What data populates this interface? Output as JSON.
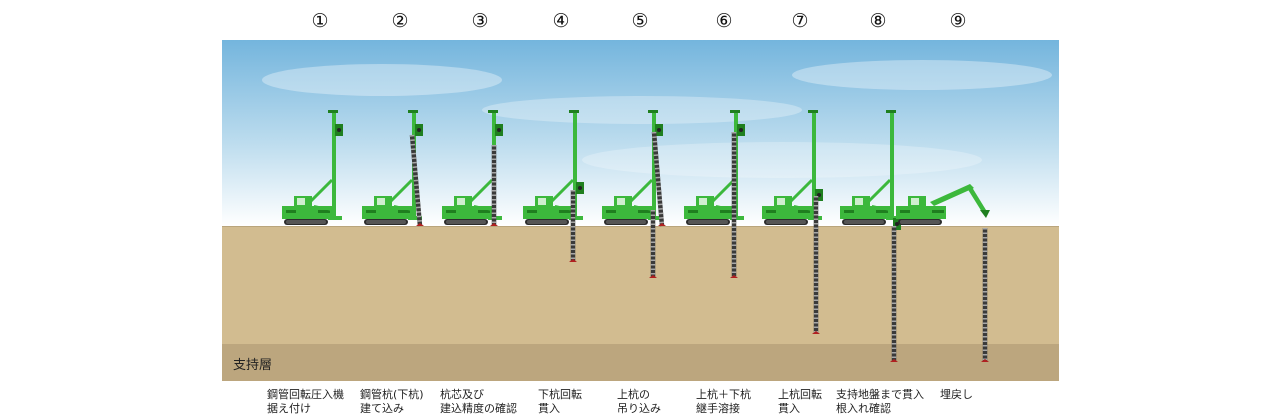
{
  "steps": [
    {
      "number": "①",
      "caption": [
        "鋼管回転圧入機",
        "据え付け"
      ]
    },
    {
      "number": "②",
      "caption": [
        "鋼管杭(下杭)",
        "建て込み"
      ]
    },
    {
      "number": "③",
      "caption": [
        "杭芯及び",
        "建込精度の確認"
      ]
    },
    {
      "number": "④",
      "caption": [
        "下杭回転",
        "貫入"
      ]
    },
    {
      "number": "⑤",
      "caption": [
        "上杭の",
        "吊り込み"
      ]
    },
    {
      "number": "⑥",
      "caption": [
        "上杭＋下杭",
        "継手溶接"
      ]
    },
    {
      "number": "⑦",
      "caption": [
        "上杭回転",
        "貫入"
      ]
    },
    {
      "number": "⑧",
      "caption": [
        "支持地盤まで貫入",
        "根入れ確認"
      ]
    },
    {
      "number": "⑨",
      "caption": [
        "埋戻し"
      ]
    }
  ],
  "bearing_layer_label": "支持層",
  "colors": {
    "machine": "#3cb83c",
    "machine_dark": "#1f7f1f",
    "sky_top": "#74b5dd",
    "sky_bottom": "#ffffff",
    "ground": "#d2bc90",
    "bearing_layer": "#bca67e",
    "pile": "#3a3a3a",
    "pile_tip": "#b02020"
  },
  "icons": [
    "pile-driver-icon",
    "excavator-icon",
    "steel-pile-icon"
  ]
}
